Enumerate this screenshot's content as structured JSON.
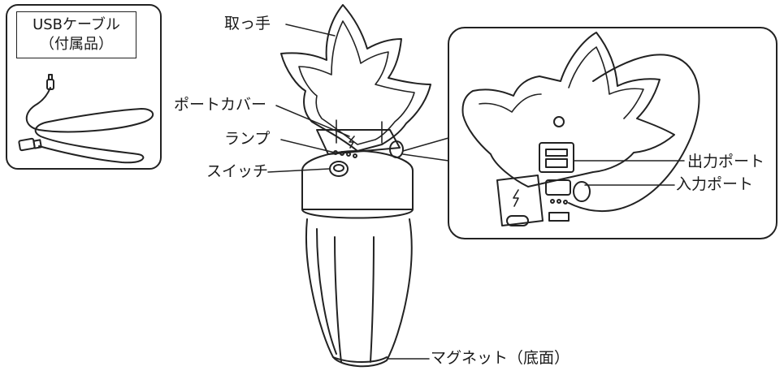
{
  "accessory": {
    "title_line1": "USBケーブル",
    "title_line2": "（付属品）"
  },
  "labels": {
    "handle": "取っ手",
    "port_cover": "ポートカバー",
    "lamp": "ランプ",
    "switch": "スイッチ",
    "output_port": "出力ポート",
    "input_port": "入力ポート",
    "magnet": "マグネット（底面）"
  }
}
